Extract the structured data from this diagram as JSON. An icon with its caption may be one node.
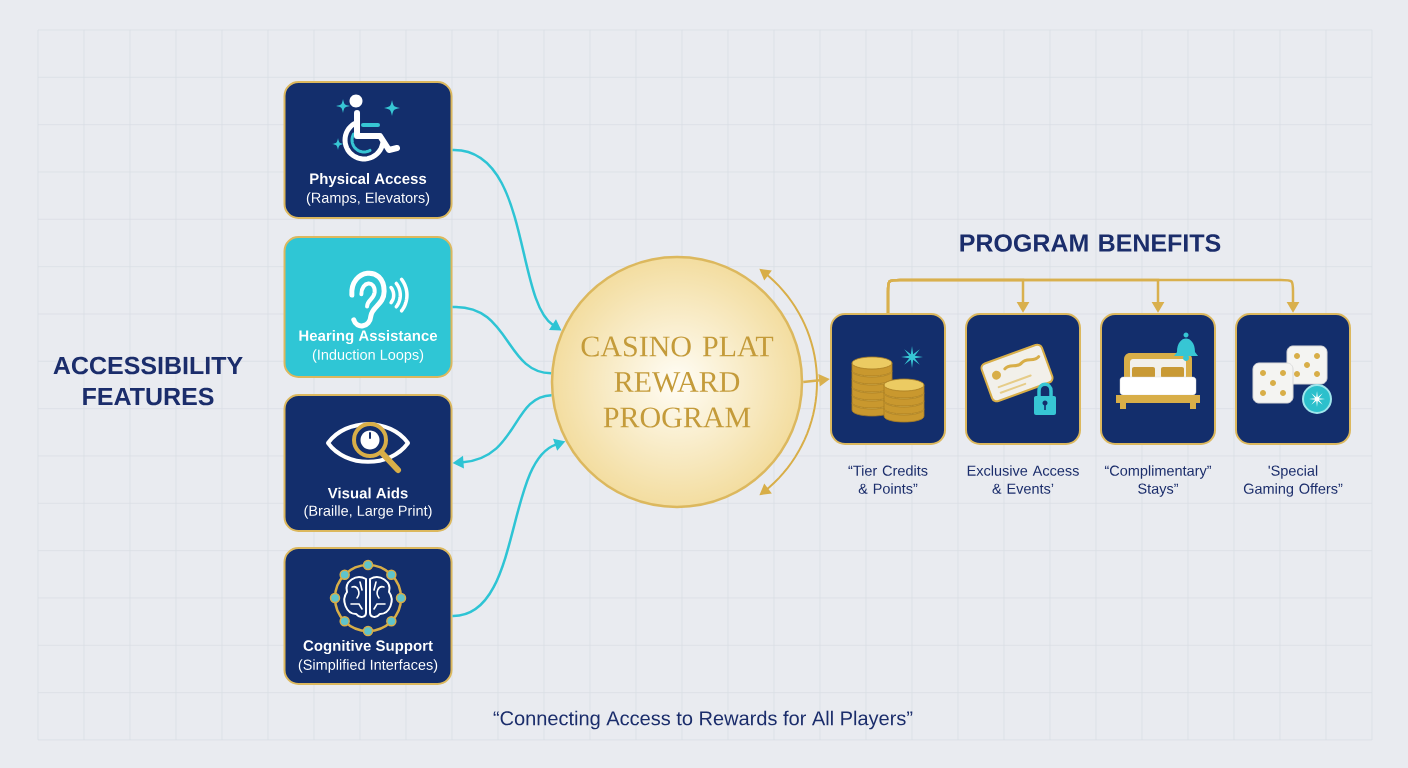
{
  "diagram": {
    "nodes": [
      {
        "text": [
          "Physical Access",
          "(Ramps, Elevators)"
        ]
      },
      {
        "text": [
          "Hearing Assistance",
          "(Induction Loops)"
        ]
      },
      {
        "text": [
          "Visual Aids",
          "(Braille, Large Print)"
        ]
      },
      {
        "text": [
          "Cognitive Support",
          "(Simplified Interfaces)"
        ]
      },
      {
        "text": [
          "CASINO PLAT REWARD PROGRAM"
        ]
      },
      {
        "text": [],
        "shape": "box",
        "beside": [
          "“Tier Credits & Points”"
        ]
      },
      {
        "text": [],
        "shape": "box",
        "beside": [
          "Exclusive Access & Events’"
        ]
      },
      {
        "text": [],
        "shape": "box",
        "beside": [
          "“Complimentary” Stays”"
        ]
      },
      {
        "text": [],
        "shape": "box",
        "beside": [
          "'Special Gaming Offers”"
        ]
      }
    ],
    "edges": [
      {
        "from": 0,
        "to": 4,
        "arrow": "to",
        "color": "#2ec4d4"
      },
      {
        "from": 1,
        "to": 4,
        "arrow": "none",
        "color": "#2ec4d4"
      },
      {
        "from": 4,
        "to": 2,
        "arrow": "to",
        "color": "#2ec4d4"
      },
      {
        "from": 3,
        "to": 4,
        "arrow": "to",
        "color": "#2ec4d4"
      },
      {
        "from": 4,
        "to": 5,
        "arrow": "to",
        "color": "#d9b04e"
      },
      {
        "from": 5,
        "to": 6,
        "arrow": "to",
        "color": "#d9b04e"
      },
      {
        "from": 5,
        "to": 7,
        "arrow": "to",
        "color": "#d9b04e"
      },
      {
        "from": 5,
        "to": 8,
        "arrow": "to",
        "color": "#d9b04e"
      }
    ],
    "labels": [
      "ACCESSIBILITY FEATURES",
      "PROGRAM BENEFITS"
    ],
    "caption": "“Connecting Access to Rewards for All Players”"
  }
}
